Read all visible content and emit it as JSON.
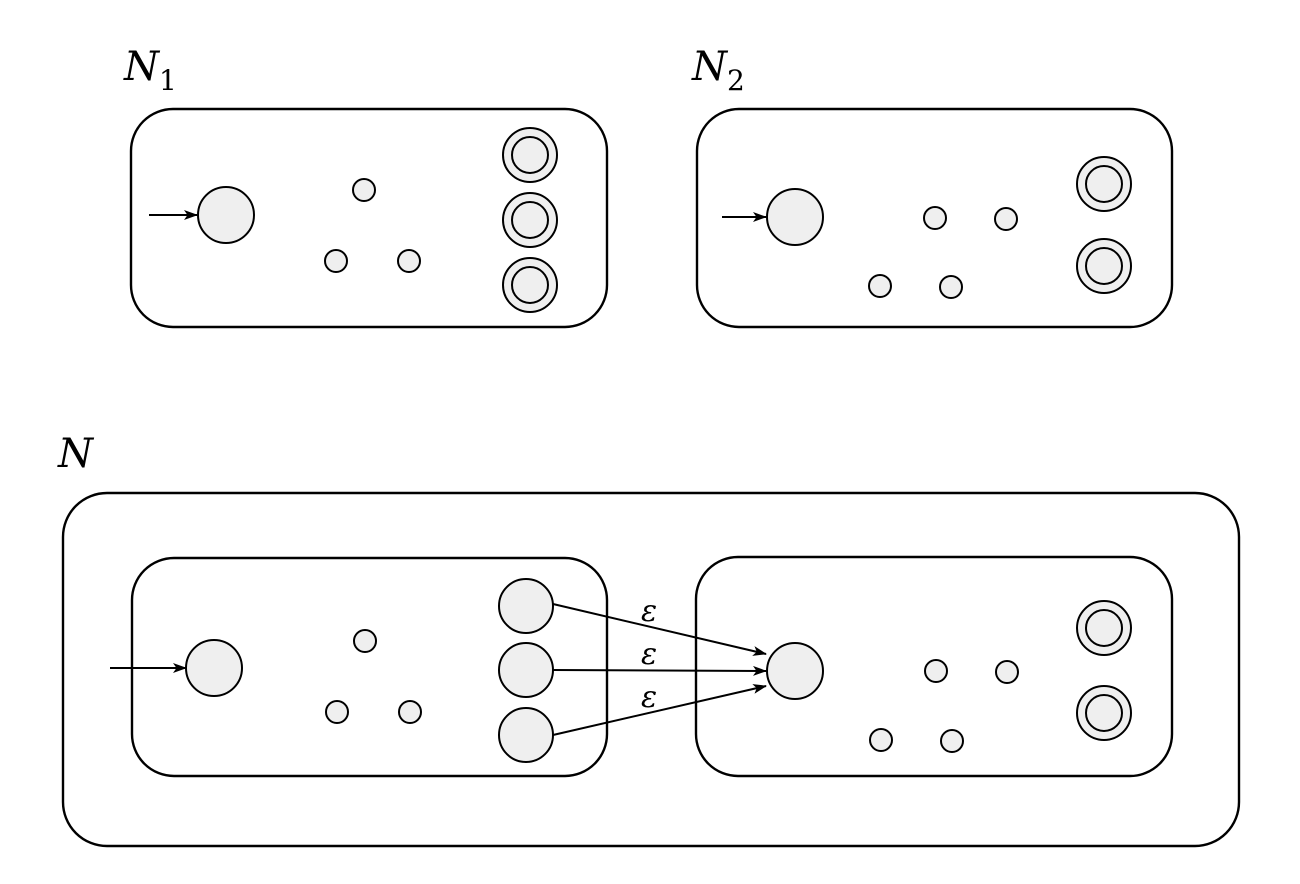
{
  "diagram": {
    "n1": {
      "name": "N",
      "subscript": "1"
    },
    "n2": {
      "name": "N",
      "subscript": "2"
    },
    "n": {
      "name": "N"
    },
    "transitions": [
      {
        "label": "ε"
      },
      {
        "label": "ε"
      },
      {
        "label": "ε"
      }
    ]
  },
  "colors": {
    "state_fill": "#efefef",
    "stroke": "#000000",
    "background": "#ffffff"
  }
}
